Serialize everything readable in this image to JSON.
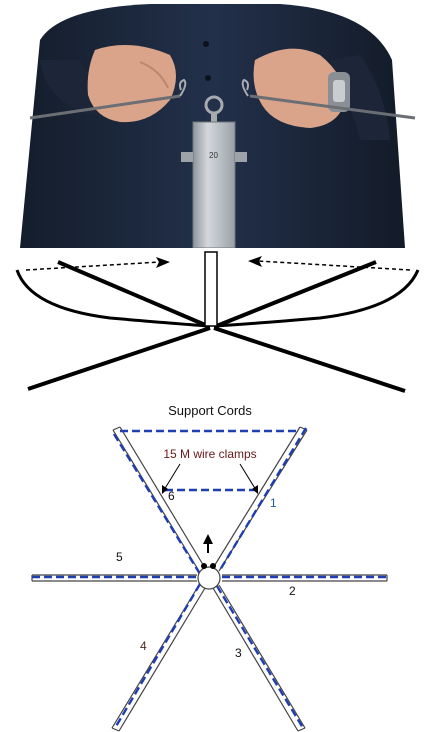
{
  "photo": {
    "post_label": "20"
  },
  "top_view": {
    "title": "Support Cords",
    "clamp_label": "15 M wire clamps",
    "element_numbers": [
      "1",
      "2",
      "3",
      "4",
      "5",
      "6"
    ]
  },
  "colors": {
    "cord_blue": "#1f3fb0",
    "number_blue": "#1f5f9f",
    "number_dark": "#4a2a22",
    "clamp_text": "#6a1a1a",
    "shirt_navy": "#1b2636",
    "post_grey": "#b8bcc2"
  }
}
